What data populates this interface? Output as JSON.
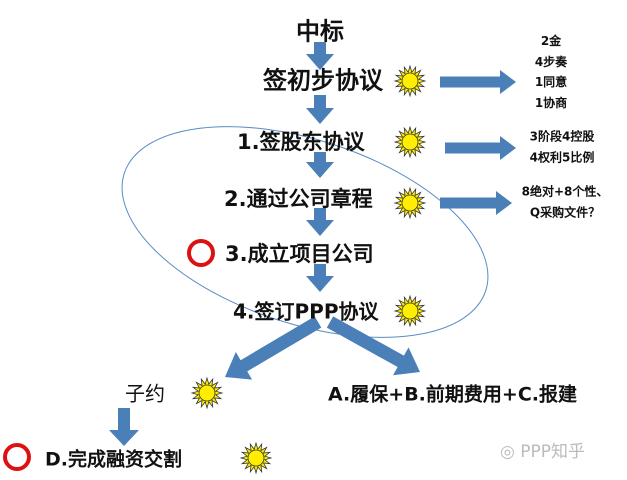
{
  "steps": {
    "win_bid": "中标",
    "initial_agreement": "签初步协议",
    "shareholder_agreement": "1.签股东协议",
    "articles": "2.通过公司章程",
    "establish_company": "3.成立项目公司",
    "ppp_agreement": "4.签订PPP协议",
    "sub_contract": "子约",
    "financing": "D.完成融资交割",
    "branch_right": "A.履保+B.前期费用+C.报建"
  },
  "notes": {
    "initial": [
      "2金",
      "4步奏",
      "1同意",
      "1协商"
    ],
    "shareholder": [
      "3阶段4控股",
      "4权利5比例"
    ],
    "articles": [
      "8绝对+8个性、",
      "Q采购文件？"
    ]
  },
  "watermark": "PPP知乎",
  "colors": {
    "arrow": "#4a7fb8",
    "sun": "#ffee00",
    "ring": "#dd1111",
    "ellipse": "#5b8cc4"
  }
}
